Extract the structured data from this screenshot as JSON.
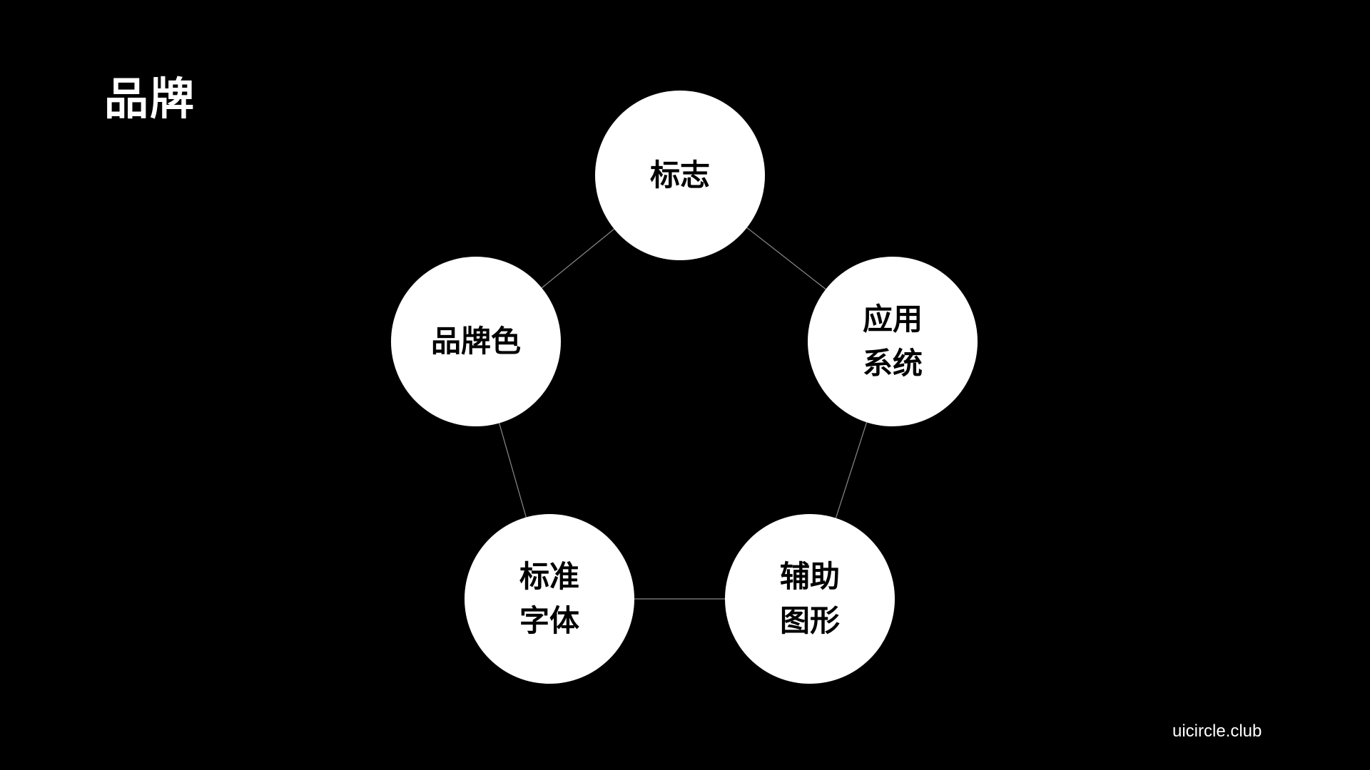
{
  "title": "品牌",
  "footer": "uicircle.club",
  "nodes": [
    {
      "lines": [
        "标志"
      ]
    },
    {
      "lines": [
        "应用",
        "系统"
      ]
    },
    {
      "lines": [
        "辅助",
        "图形"
      ]
    },
    {
      "lines": [
        "标准",
        "字体"
      ]
    },
    {
      "lines": [
        "品牌色"
      ]
    }
  ],
  "colors": {
    "background": "#000000",
    "node": "#ffffff",
    "edge": "#8a8a8a"
  }
}
